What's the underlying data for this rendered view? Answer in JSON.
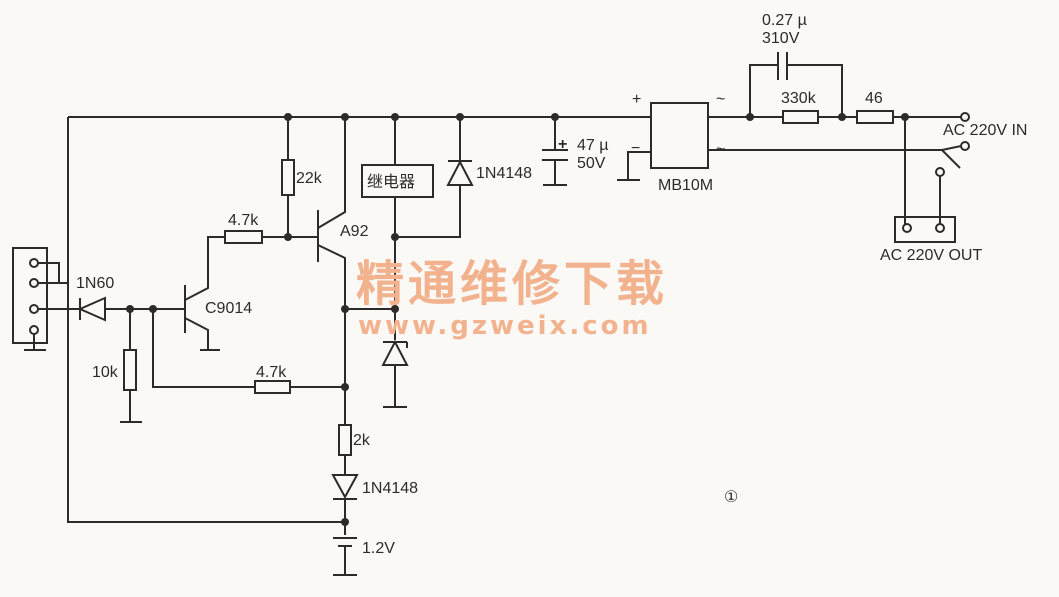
{
  "labels": {
    "d1": "1N60",
    "r10k": "10k",
    "q1": "C9014",
    "r47a": "4.7k",
    "r47b": "4.7k",
    "r22k": "22k",
    "q2": "A92",
    "relay": "继电器",
    "d2": "1N4148",
    "d3": "1N4148",
    "r2k": "2k",
    "batt": "1.2V",
    "cap1a": "47 µ",
    "cap1b": "50V",
    "bridge": "MB10M",
    "plus": "+",
    "minus": "−",
    "ac1": "~",
    "ac2": "~",
    "cap2a": "0.27 µ",
    "cap2b": "310V",
    "r330k": "330k",
    "r46": "46",
    "in": "AC 220V IN",
    "out": "AC 220V OUT",
    "figure": "①"
  },
  "watermark": {
    "title": "精通维修下载",
    "url": "www.gzweix.com"
  }
}
